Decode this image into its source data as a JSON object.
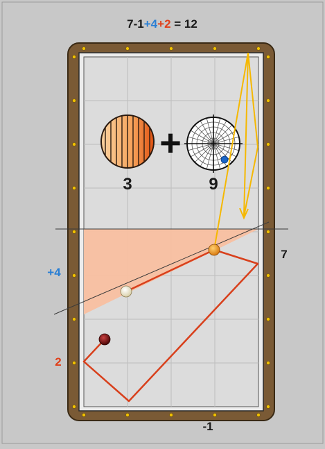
{
  "equation": {
    "parts": [
      {
        "text": "7-1",
        "color": "#1a1a1a"
      },
      {
        "text": "+4",
        "color": "#2a7fd4"
      },
      {
        "text": "+2",
        "color": "#e0401a"
      },
      {
        "text": " = 12",
        "color": "#1a1a1a"
      }
    ]
  },
  "labels": {
    "left_upper": "+4",
    "left_lower": "2",
    "right": "7",
    "bottom": "-1",
    "left_upper_color": "#2a7fd4",
    "left_lower_color": "#e0401a",
    "neutral_color": "#1a1a1a"
  },
  "diagrams": {
    "stripes_label": "3",
    "plus_sign": "+",
    "target_label": "9"
  },
  "colors": {
    "background": "#c8c8c8",
    "rail_wood": "#7a5a35",
    "cloth": "#dcdcdc",
    "wedge": "#f8bfa0",
    "path_red": "#d8401c",
    "aim_yellow": "#f5b800",
    "cue_ball": "#f2ecd4",
    "object_ball": "#f2a020",
    "red_ball": "#7a0e0e",
    "ghost_blue": "#1a66c8"
  }
}
